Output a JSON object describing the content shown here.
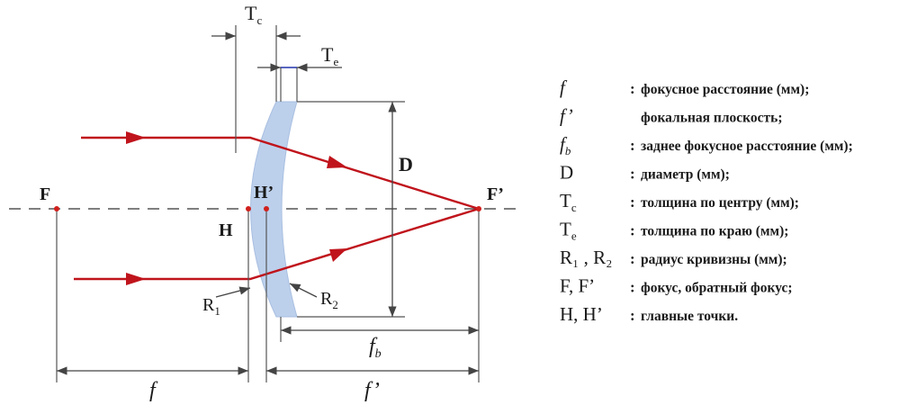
{
  "diagram": {
    "labels": {
      "tc": "T",
      "tc_sub": "c",
      "te": "T",
      "te_sub": "e",
      "d": "D",
      "focus_front": "F",
      "focus_back": "F’",
      "principal_h": "H",
      "principal_h_prime": "H’",
      "r1": "R",
      "r1_sub": "1",
      "r2": "R",
      "r2_sub": "2",
      "fb": "f",
      "fb_sub": "b",
      "f": "f",
      "f_prime": "f’"
    },
    "colors": {
      "ray": "#c0141c",
      "lens_fill": "#bcd0ec",
      "line": "#444444",
      "axis": "#555555",
      "point": "#d0201c",
      "te_marker": "#2233aa"
    }
  },
  "legend": {
    "items": [
      {
        "sym": "f",
        "sub": "",
        "sep": ":",
        "text": "фокусное расстояние (мм);"
      },
      {
        "sym": "f’",
        "sub": "",
        "sep": "",
        "text": "фокальная плоскость;"
      },
      {
        "sym": "f",
        "sub": "b",
        "sep": ":",
        "text": "заднее фокусное расстояние (мм);"
      },
      {
        "sym": "D",
        "sub": "",
        "sep": ":",
        "text": "диаметр (мм);"
      },
      {
        "sym": "T",
        "sub": "c",
        "sep": ":",
        "text": "толщина по центру (мм);"
      },
      {
        "sym": "T",
        "sub": "e",
        "sep": ":",
        "text": "толщина по краю (мм);"
      },
      {
        "sym": "R₁ , R₂",
        "sub": "",
        "sep": ":",
        "text": "радиус кривизны (мм);"
      },
      {
        "sym": "F, F’",
        "sub": "",
        "sep": ":",
        "text": "фокус, обратный фокус;"
      },
      {
        "sym": "H, H’",
        "sub": "",
        "sep": ":",
        "text": "главные точки."
      }
    ]
  }
}
